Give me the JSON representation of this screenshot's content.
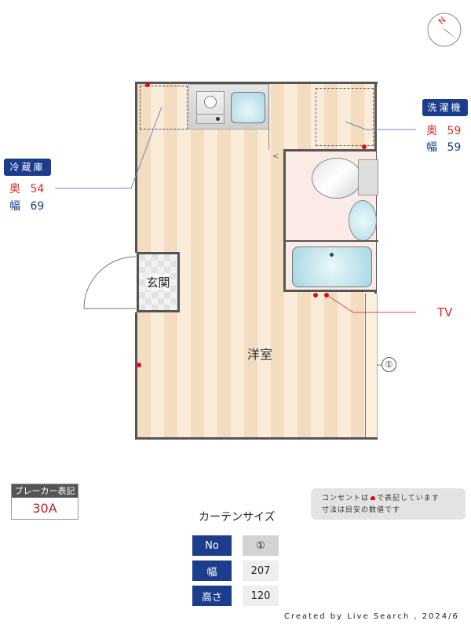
{
  "compass": {
    "label": "N",
    "icon": "compass-icon"
  },
  "rooms": {
    "main_room": "洋室",
    "entrance": "玄関"
  },
  "fridge": {
    "tag": "冷蔵庫",
    "depth_label": "奥",
    "depth_value": "54",
    "width_label": "幅",
    "width_value": "69"
  },
  "washer": {
    "tag": "洗濯機",
    "depth_label": "奥",
    "depth_value": "59",
    "width_label": "幅",
    "width_value": "59"
  },
  "tv_label": "TV",
  "window_marker": "①",
  "breaker": {
    "title": "ブレーカー表記",
    "value": "30A"
  },
  "note": {
    "line1_a": "コンセントは",
    "line1_b": "で表記しています",
    "line2": "寸法は目安の数値です"
  },
  "curtain": {
    "title": "カーテンサイズ",
    "rows": [
      {
        "key": "No",
        "value": "①"
      },
      {
        "key": "幅",
        "value": "207"
      },
      {
        "key": "高さ",
        "value": "120"
      }
    ]
  },
  "footer": "Created by Live Search , 2024/6",
  "colors": {
    "accent_navy": "#1b3d8c",
    "outlet_red": "#d0101a",
    "breaker_header": "#555555"
  }
}
